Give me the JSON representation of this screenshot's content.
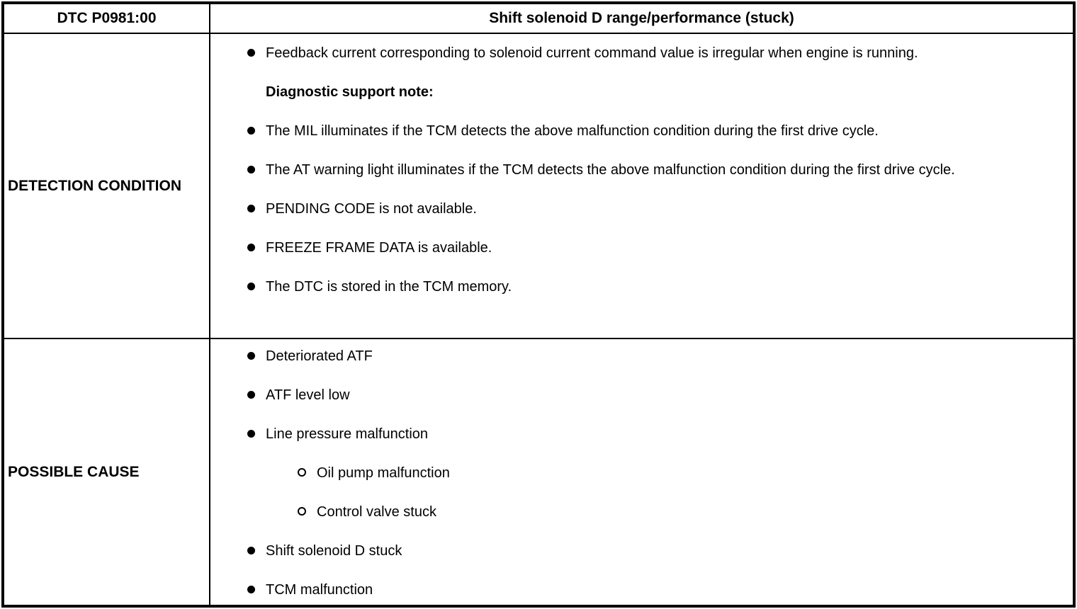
{
  "colors": {
    "border": "#000000",
    "text": "#000000",
    "background": "#ffffff"
  },
  "table": {
    "header": {
      "dtc_code": "DTC P0981:00",
      "title": "Shift solenoid D range/performance (stuck)"
    },
    "detection": {
      "label": "DETECTION CONDITION",
      "items": [
        {
          "type": "bullet",
          "text": "Feedback current corresponding to solenoid current command value is irregular when engine is running."
        },
        {
          "type": "note",
          "text": "Diagnostic support note:"
        },
        {
          "type": "bullet",
          "text": "The MIL illuminates if the TCM detects the above malfunction condition during the first drive cycle."
        },
        {
          "type": "bullet",
          "text": "The AT warning light illuminates if the TCM detects the above malfunction condition during the first drive cycle."
        },
        {
          "type": "bullet",
          "text": "PENDING CODE is not available."
        },
        {
          "type": "bullet",
          "text": "FREEZE FRAME DATA is available."
        },
        {
          "type": "bullet",
          "text": "The DTC is stored in the TCM memory."
        }
      ]
    },
    "possible_cause": {
      "label": "POSSIBLE CAUSE",
      "items": [
        {
          "type": "bullet",
          "text": "Deteriorated ATF"
        },
        {
          "type": "bullet",
          "text": "ATF level low"
        },
        {
          "type": "bullet",
          "text": "Line pressure malfunction"
        },
        {
          "type": "sub",
          "text": "Oil pump malfunction"
        },
        {
          "type": "sub",
          "text": "Control valve stuck"
        },
        {
          "type": "bullet",
          "text": "Shift solenoid D stuck"
        },
        {
          "type": "bullet",
          "text": "TCM malfunction"
        }
      ]
    }
  }
}
